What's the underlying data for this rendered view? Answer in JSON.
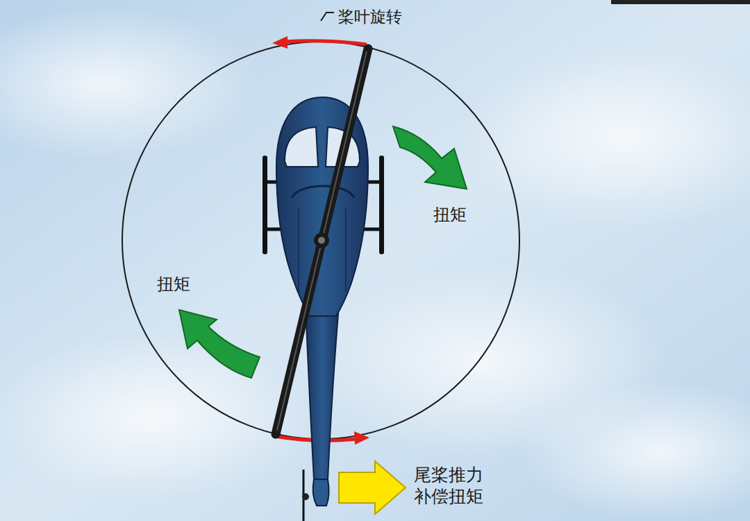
{
  "diagram": {
    "labels": [
      "桨叶旋转",
      "扭矩",
      "扭矩",
      "尾桨推力 补偿扭矩"
    ]
  }
}
